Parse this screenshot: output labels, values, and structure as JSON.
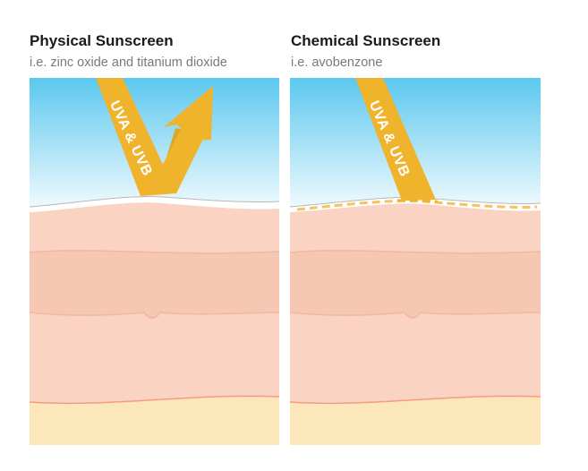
{
  "panels": [
    {
      "title": "Physical Sunscreen",
      "subtitle": "i.e. zinc oxide and titanium dioxide",
      "ray_label": "UVA & UVB",
      "behavior": "reflect"
    },
    {
      "title": "Chemical Sunscreen",
      "subtitle": "i.e. avobenzone",
      "ray_label": "UVA & UVB",
      "behavior": "absorb"
    }
  ],
  "colors": {
    "sky_top": "#5bc8ef",
    "sky_bottom": "#ffffff",
    "ray": "#efb32c",
    "ray_dark": "#e1a21a",
    "sunscreen_layer": "#ffffff",
    "absorb_dashes": "#f2c460",
    "epidermis": "#fbd3c3",
    "dermis": "#f6c8b4",
    "skin_line": "#f2b6a2",
    "fat": "#fbe7b9",
    "fat_line": "#f59a86"
  }
}
